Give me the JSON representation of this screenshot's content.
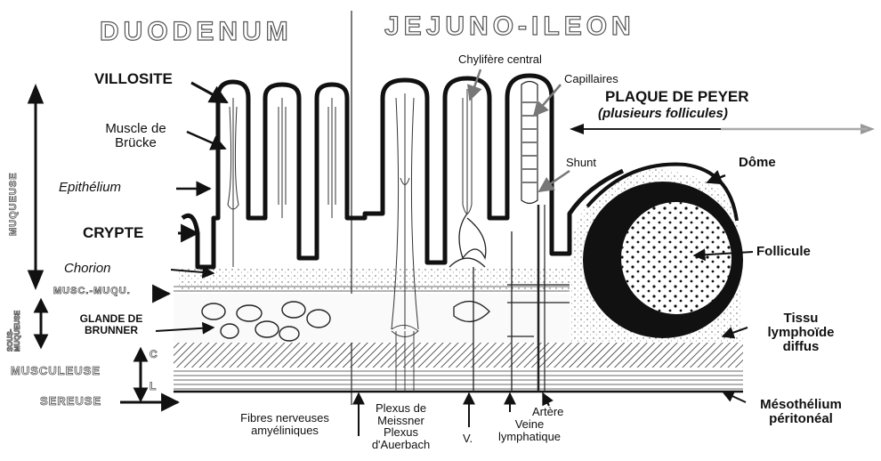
{
  "headings": {
    "left": "DUODENUM",
    "right": "JEJUNO-ILEON"
  },
  "labels": {
    "villosite": "VILLOSITE",
    "muscle_1": "Muscle de",
    "muscle_2": "Brücke",
    "epithelium": "Epithélium",
    "crypte": "CRYPTE",
    "chorion": "Chorion",
    "musc_muqu": "MUSC.-MUQU.",
    "glande_1": "GLANDE DE",
    "glande_2": "BRUNNER",
    "musculeuse": "MUSCULEUSE",
    "sereuse": "SEREUSE",
    "muqueuse": "MUQUEUSE",
    "sous_muqueuse_1": "SOUS-",
    "sous_muqueuse_2": "MUQUEUSE",
    "c": "C",
    "l": "L",
    "chylifere": "Chylifère central",
    "capillaires": "Capillaires",
    "plaque": "PLAQUE DE PEYER",
    "plaque_sub": "(plusieurs follicules)",
    "shunt": "Shunt",
    "dome": "Dôme",
    "follicule": "Follicule",
    "tissu_1": "Tissu",
    "tissu_2": "lymphoïde",
    "tissu_3": "diffus",
    "meso_1": "Mésothélium",
    "meso_2": "péritonéal",
    "fibres_1": "Fibres nerveuses",
    "fibres_2": "amyéliniques",
    "plexus_1": "Plexus de",
    "plexus_2": "Meissner",
    "plexus_3": "Plexus",
    "plexus_4": "d'Auerbach",
    "v_lymph": "V.",
    "veine_1": "Veine",
    "veine_2": "lymphatique",
    "artere": "Artère"
  }
}
